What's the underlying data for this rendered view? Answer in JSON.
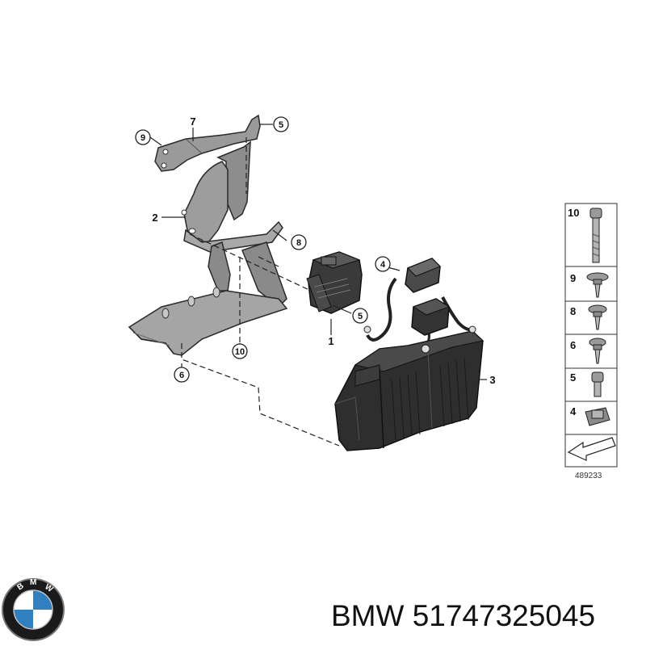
{
  "diagram": {
    "callouts": [
      {
        "id": "c9",
        "text": "9"
      },
      {
        "id": "c5a",
        "text": "5"
      },
      {
        "id": "c8",
        "text": "8"
      },
      {
        "id": "c4",
        "text": "4"
      },
      {
        "id": "c5b",
        "text": "5"
      },
      {
        "id": "c10",
        "text": "10"
      },
      {
        "id": "c6",
        "text": "6"
      }
    ],
    "labels": [
      {
        "id": "l7",
        "text": "7"
      },
      {
        "id": "l2",
        "text": "2"
      },
      {
        "id": "l1",
        "text": "1"
      },
      {
        "id": "l3",
        "text": "3"
      }
    ]
  },
  "legend": {
    "rows": [
      "10",
      "9",
      "8",
      "6",
      "5",
      "4"
    ],
    "reference_number": "489233"
  },
  "caption": {
    "brand": "BMW",
    "part_number": "51747325045",
    "full_text": "BMW 51747325045"
  },
  "logo": {
    "brand_text": "BMW",
    "colors": {
      "blue": "#2f7fc1",
      "ring": "#1a1a1a",
      "white": "#ffffff"
    }
  }
}
